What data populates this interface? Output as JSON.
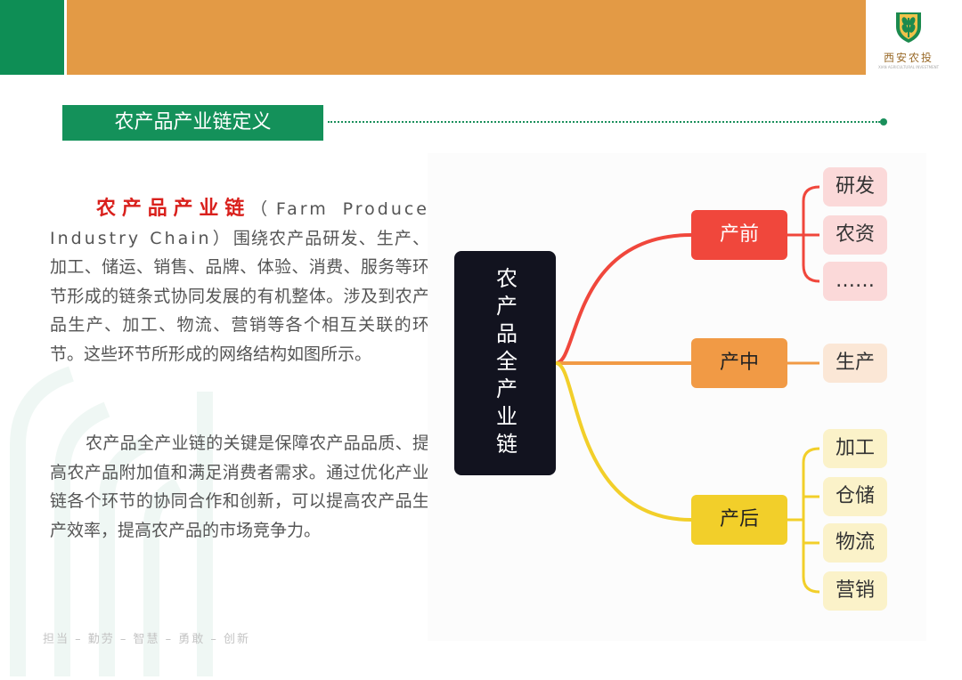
{
  "header": {
    "logo_text": "西安农投",
    "logo_subtext": "XIAN AGRICULTURAL INVESTMENT",
    "logo_icon": "wheat-shield-icon"
  },
  "section": {
    "title": "农产品产业链定义"
  },
  "body": {
    "para1_highlight": "农产品产业链",
    "para1_english": "（Farm Produce Industry Chain）",
    "para1_text": "围绕农产品研发、生产、加工、储运、销售、品牌、体验、消费、服务等环节形成的链条式协同发展的有机整体。涉及到农产品生产、加工、物流、营销等各个相互关联的环节。这些环节所形成的网络结构如图所示。",
    "para2_text": "农产品全产业链的关键是保障农产品品质、提高农产品附加值和满足消费者需求。通过优化产业链各个环节的协同合作和创新，可以提高农产品生产效率，提高农产品的市场竞争力。"
  },
  "footer": {
    "slogan": "担当 – 勤劳 – 智慧 – 勇敢 – 创新"
  },
  "mindmap": {
    "root": "农产品全产业链",
    "branches": [
      {
        "label": "产前",
        "color": "#f0473c",
        "text_color": "#ffffff",
        "leaf_color": "#fbd9d9",
        "leaves": [
          "研发",
          "农资",
          "……"
        ]
      },
      {
        "label": "产中",
        "color": "#f19a45",
        "text_color": "#222222",
        "leaf_color": "#fbe7d6",
        "leaves": [
          "生产"
        ]
      },
      {
        "label": "产后",
        "color": "#f2cf2a",
        "text_color": "#222222",
        "leaf_color": "#fbf2c9",
        "leaves": [
          "加工",
          "仓储",
          "物流",
          "营销"
        ]
      }
    ]
  },
  "colors": {
    "brand_green": "#0e8e55",
    "header_orange": "#e39a45",
    "highlight_red": "#d9201c",
    "root_dark": "#12131f"
  }
}
